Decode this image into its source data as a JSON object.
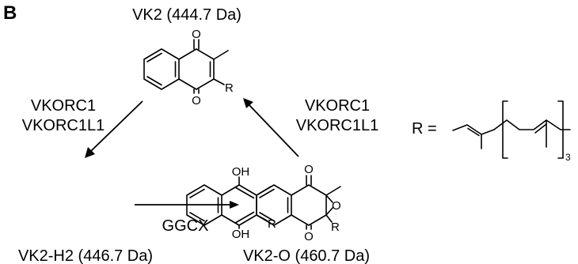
{
  "panel_label": "B",
  "molecules": {
    "vk2": {
      "label": "VK2 (444.7 Da)",
      "atoms": {
        "o_top": "O",
        "o_bottom": "O",
        "r": "R"
      }
    },
    "vk2_h2": {
      "label": "VK2-H2 (446.7 Da)",
      "atoms": {
        "oh_top": "OH",
        "oh_bottom": "OH",
        "r": "R"
      }
    },
    "vk2_o": {
      "label": "VK2-O (460.7 Da)",
      "atoms": {
        "o_top": "O",
        "o_bottom": "O",
        "o_epoxide": "O",
        "r": "R"
      }
    }
  },
  "enzymes": {
    "left": [
      "VKORC1",
      "VKORC1L1"
    ],
    "right": [
      "VKORC1",
      "VKORC1L1"
    ],
    "bottom": "GGCX"
  },
  "side_chain": {
    "prefix": "R =",
    "repeat_subscript": "3"
  }
}
